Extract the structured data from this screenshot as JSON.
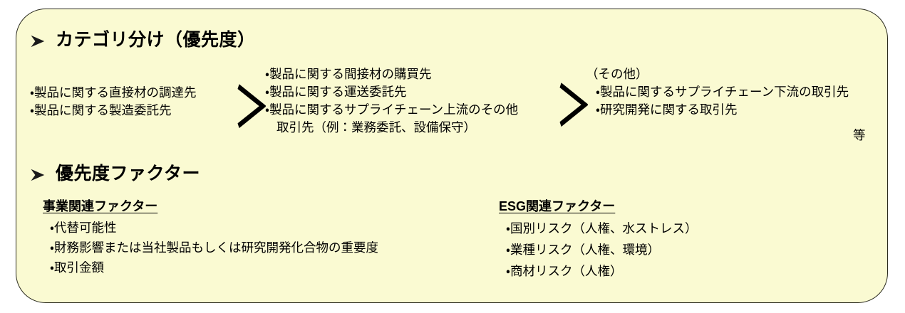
{
  "panel": {
    "fill_color": "#FAFAD2",
    "border_color": "#2B2B1F"
  },
  "sections": {
    "category": {
      "heading": "カテゴリ分け（優先度）",
      "bullet_icon": "arrow-bullet-icon",
      "separator": "＞",
      "trailing_mark": "等",
      "columns": [
        {
          "subhead": "",
          "items": [
            "・製品に関する直接材の調達先",
            "・製品に関する製造委託先"
          ],
          "continuations": []
        },
        {
          "subhead": "",
          "items": [
            "・製品に関する間接材の購買先",
            "・製品に関する運送委託先",
            "・製品に関するサプライチェーン上流のその他"
          ],
          "continuations": [
            "取引先（例：業務委託、設備保守）"
          ]
        },
        {
          "subhead": "（その他）",
          "items": [
            "・製品に関するサプライチェーン下流の取引先",
            "・研究開発に関する取引先"
          ],
          "continuations": []
        }
      ]
    },
    "factor": {
      "heading": "優先度ファクター",
      "bullet_icon": "arrow-bullet-icon",
      "groups": [
        {
          "title": "事業関連ファクター",
          "items": [
            "・代替可能性",
            "・財務影響または当社製品もしくは研究開発化合物の重要度",
            "・取引金額"
          ]
        },
        {
          "title": "ESG関連ファクター",
          "items": [
            "・国別リスク（人権、水ストレス）",
            "・業種リスク（人権、環境）",
            "・商材リスク（人権）"
          ]
        }
      ]
    }
  }
}
